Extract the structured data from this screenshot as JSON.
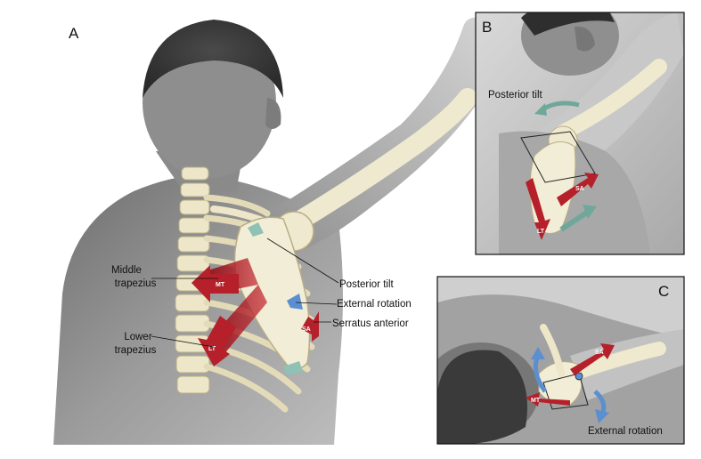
{
  "panels": {
    "a": {
      "letter": "A"
    },
    "b": {
      "letter": "B",
      "label_posterior_tilt": "Posterior tilt",
      "arrow_sa": "SA",
      "arrow_lt": "LT"
    },
    "c": {
      "letter": "C",
      "label_external_rotation": "External rotation",
      "arrow_sa": "SA",
      "arrow_mt": "MT"
    }
  },
  "labels": {
    "middle_trapezius_line1": "Middle",
    "middle_trapezius_line2": "trapezius",
    "lower_trapezius_line1": "Lower",
    "lower_trapezius_line2": "trapezius",
    "posterior_tilt": "Posterior tilt",
    "external_rotation": "External rotation",
    "serratus_anterior": "Serratus anterior"
  },
  "arrow_labels": {
    "mt": "MT",
    "lt": "LT",
    "sa": "SA"
  },
  "colors": {
    "muscle_red": "#b5202a",
    "bone": "#ede6c8",
    "skin_gray": "#9a9a9a",
    "blue_arrow": "#5b8fd0",
    "teal_arrow": "#6fa89a"
  }
}
